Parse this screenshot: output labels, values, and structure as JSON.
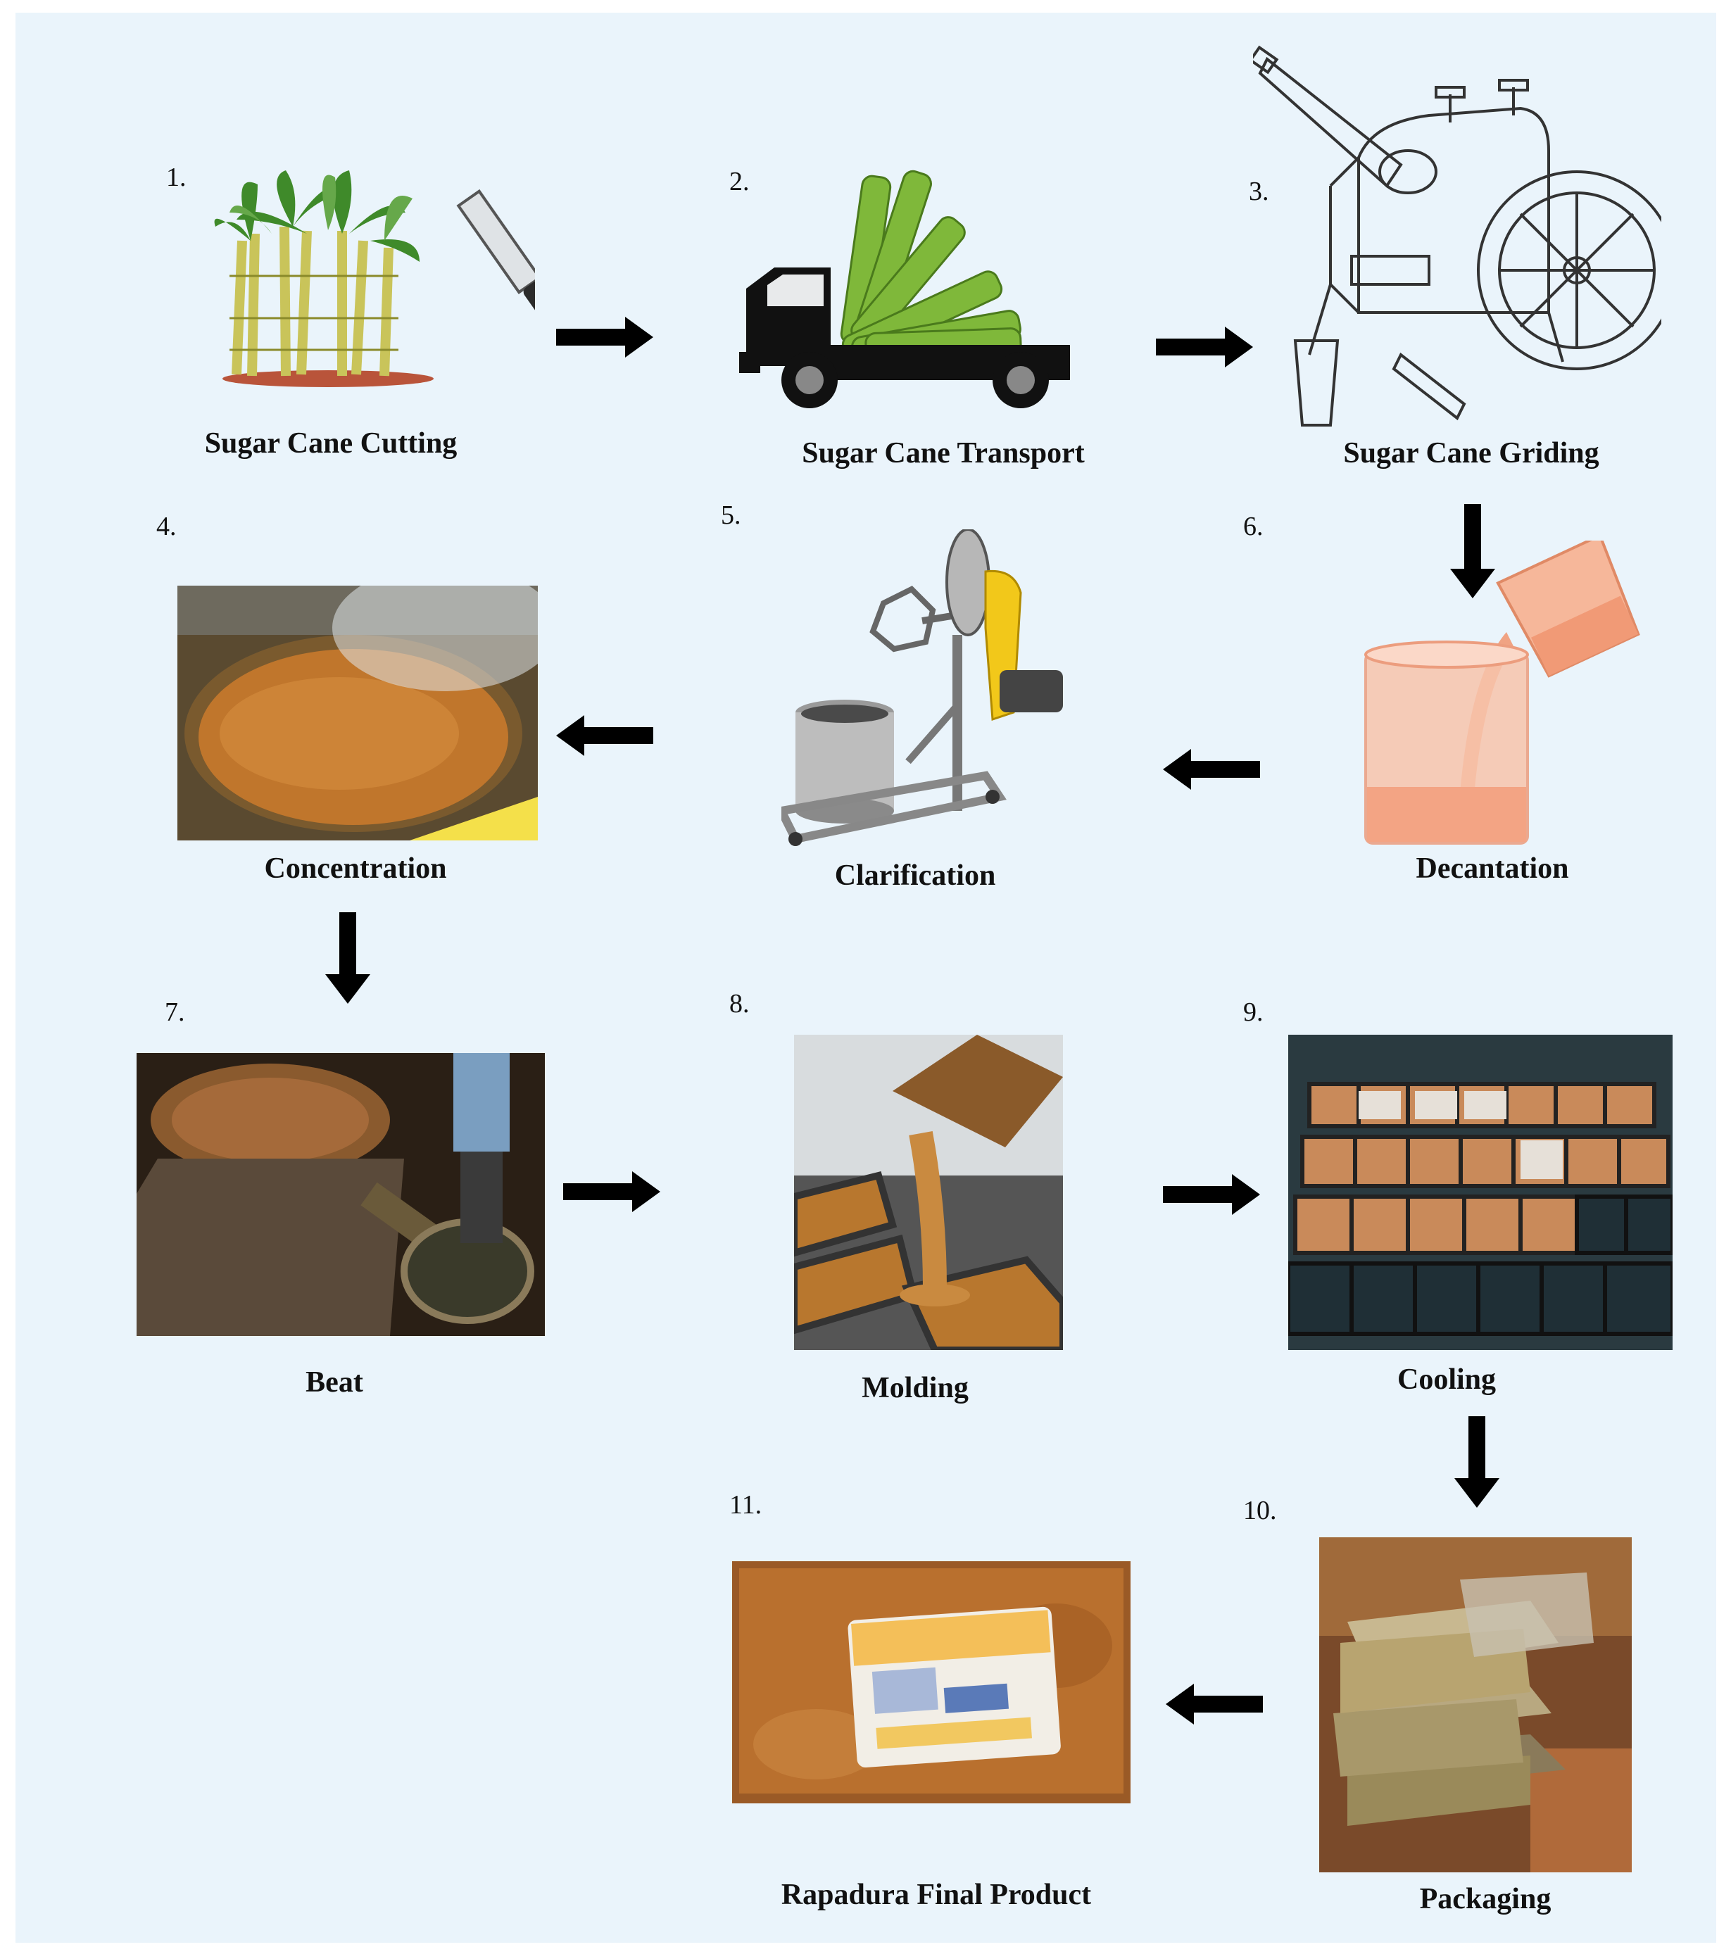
{
  "steps": [
    {
      "number": "1.",
      "label": "Sugar Cane Cutting"
    },
    {
      "number": "2.",
      "label": "Sugar Cane Transport"
    },
    {
      "number": "3.",
      "label": "Sugar Cane Griding"
    },
    {
      "number": "4.",
      "label": "Concentration"
    },
    {
      "number": "5.",
      "label": "Clarification"
    },
    {
      "number": "6.",
      "label": "Decantation"
    },
    {
      "number": "7.",
      "label": "Beat"
    },
    {
      "number": "8.",
      "label": "Molding"
    },
    {
      "number": "9.",
      "label": "Cooling"
    },
    {
      "number": "10.",
      "label": "Packaging"
    },
    {
      "number": "11.",
      "label": "Rapadura Final Product"
    }
  ],
  "colors": {
    "background": "#eaf4fb",
    "arrow": "#000000",
    "syrup": "#c8752a",
    "juice": "#f2a886"
  },
  "icons": {
    "step1": "sugar-cane-machete-icon",
    "step2": "truck-with-cane-icon",
    "step3": "cane-grinder-machine-icon",
    "step4": "boiling-pan-photo",
    "step5": "clarifier-mixer-machine",
    "step6": "pouring-juice-beakers-icon",
    "step7": "beating-pan-photo",
    "step8": "molding-pour-photo",
    "step9": "cooling-trays-photo",
    "step10": "packaged-blocks-photo",
    "step11": "final-product-photo"
  }
}
